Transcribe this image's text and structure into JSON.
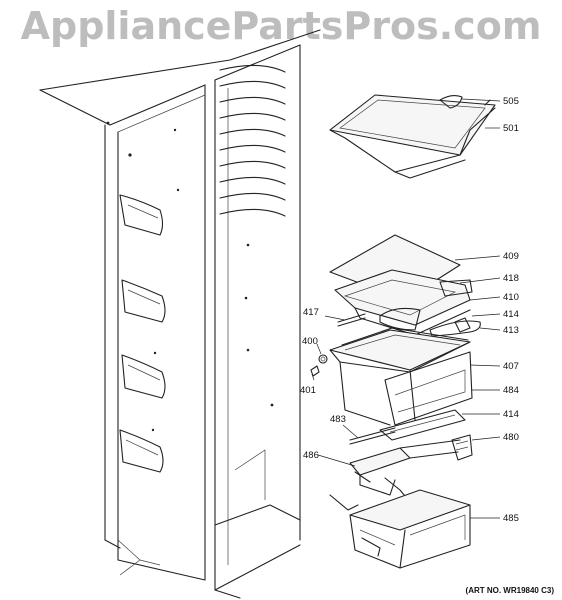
{
  "watermark": "AppliancePartsPros.com",
  "art_number": "(ART NO. WR19840 C3)",
  "callouts": [
    "505",
    "501",
    "409",
    "418",
    "410",
    "414",
    "413",
    "417",
    "400",
    "407",
    "401",
    "484",
    "414",
    "483",
    "480",
    "486",
    "485"
  ]
}
